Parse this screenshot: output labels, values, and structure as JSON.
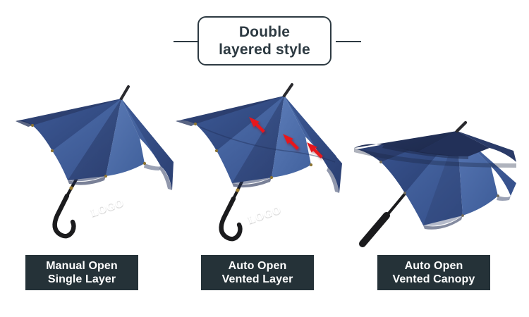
{
  "header": {
    "title_line_1": "Double",
    "title_line_2": "layered style"
  },
  "products": [
    {
      "id": "manual-open-single-layer",
      "caption_line_1": "Manual Open",
      "caption_line_2": "Single Layer",
      "canopy_print": "LOGO",
      "handle": "crook-hook-handle",
      "canopy_type": "single-layer",
      "has_arrows": false
    },
    {
      "id": "auto-open-vented-layer",
      "caption_line_1": "Auto Open",
      "caption_line_2": "Vented Layer",
      "canopy_print": "LOGO",
      "handle": "crook-hook-handle",
      "canopy_type": "vented-double-layer",
      "has_arrows": true,
      "arrow_count": 3
    },
    {
      "id": "auto-open-vented-canopy",
      "caption_line_1": "Auto Open",
      "caption_line_2": "Vented Canopy",
      "canopy_print": "",
      "handle": "straight-rubber-grip",
      "canopy_type": "vented-double-canopy",
      "has_arrows": false
    }
  ],
  "colors": {
    "background": "#ffffff",
    "ink": "#2d3a42",
    "caption_plate": "#253238",
    "caption_text": "#ffffff",
    "canopy_light_blue": "#4a6aa5",
    "canopy_mid_blue": "#3c5894",
    "canopy_dark_navy": "#2e4272",
    "canopy_deep_navy": "#26355c",
    "handle_black": "#1b1b1d",
    "ferrule_gold": "#9a7a2e",
    "arrow_red": "#e8191e"
  }
}
